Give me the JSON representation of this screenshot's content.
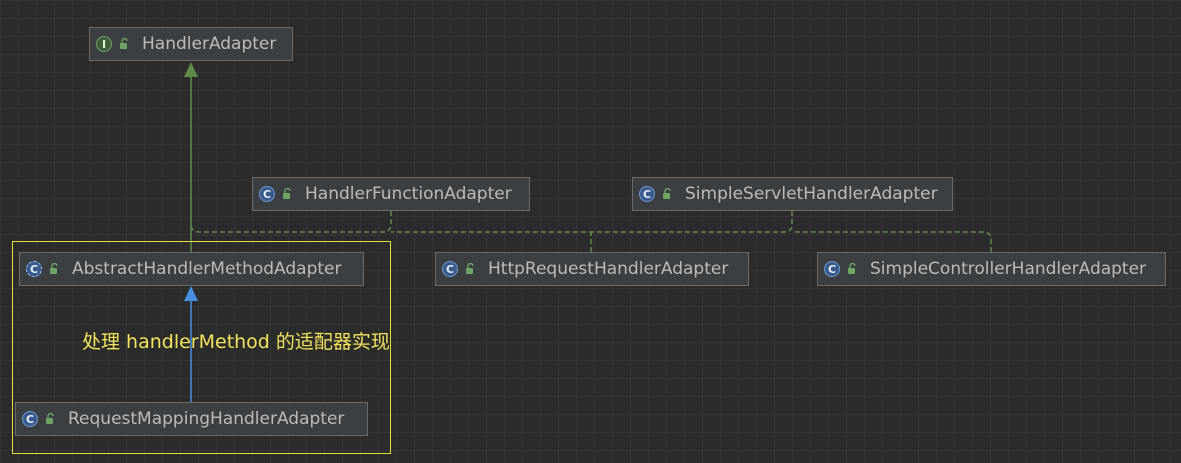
{
  "diagram": {
    "nodes": [
      {
        "id": "handler-adapter",
        "kind": "interface",
        "kind_glyph": "I",
        "label": "HandlerAdapter"
      },
      {
        "id": "handler-function-adapter",
        "kind": "class",
        "kind_glyph": "C",
        "label": "HandlerFunctionAdapter"
      },
      {
        "id": "simple-servlet-handler-adapter",
        "kind": "class",
        "kind_glyph": "C",
        "label": "SimpleServletHandlerAdapter"
      },
      {
        "id": "abstract-handler-method-adapter",
        "kind": "abstract-class",
        "kind_glyph": "C",
        "label": "AbstractHandlerMethodAdapter"
      },
      {
        "id": "http-request-handler-adapter",
        "kind": "class",
        "kind_glyph": "C",
        "label": "HttpRequestHandlerAdapter"
      },
      {
        "id": "simple-controller-handler-adapter",
        "kind": "class",
        "kind_glyph": "C",
        "label": "SimpleControllerHandlerAdapter"
      },
      {
        "id": "request-mapping-handler-adapter",
        "kind": "class",
        "kind_glyph": "C",
        "label": "RequestMappingHandlerAdapter"
      }
    ],
    "edges": [
      {
        "from": "handler-function-adapter",
        "to": "handler-adapter",
        "type": "implements"
      },
      {
        "from": "simple-servlet-handler-adapter",
        "to": "handler-adapter",
        "type": "implements"
      },
      {
        "from": "abstract-handler-method-adapter",
        "to": "handler-adapter",
        "type": "implements"
      },
      {
        "from": "http-request-handler-adapter",
        "to": "handler-adapter",
        "type": "implements"
      },
      {
        "from": "simple-controller-handler-adapter",
        "to": "handler-adapter",
        "type": "implements"
      },
      {
        "from": "request-mapping-handler-adapter",
        "to": "abstract-handler-method-adapter",
        "type": "extends"
      }
    ],
    "annotation": "处理 handlerMethod 的适配器实现",
    "colors": {
      "implements": "#5f8c4a",
      "extends": "#4a90e2",
      "highlight": "#e8e03a",
      "annotation": "#f3e35a"
    }
  }
}
